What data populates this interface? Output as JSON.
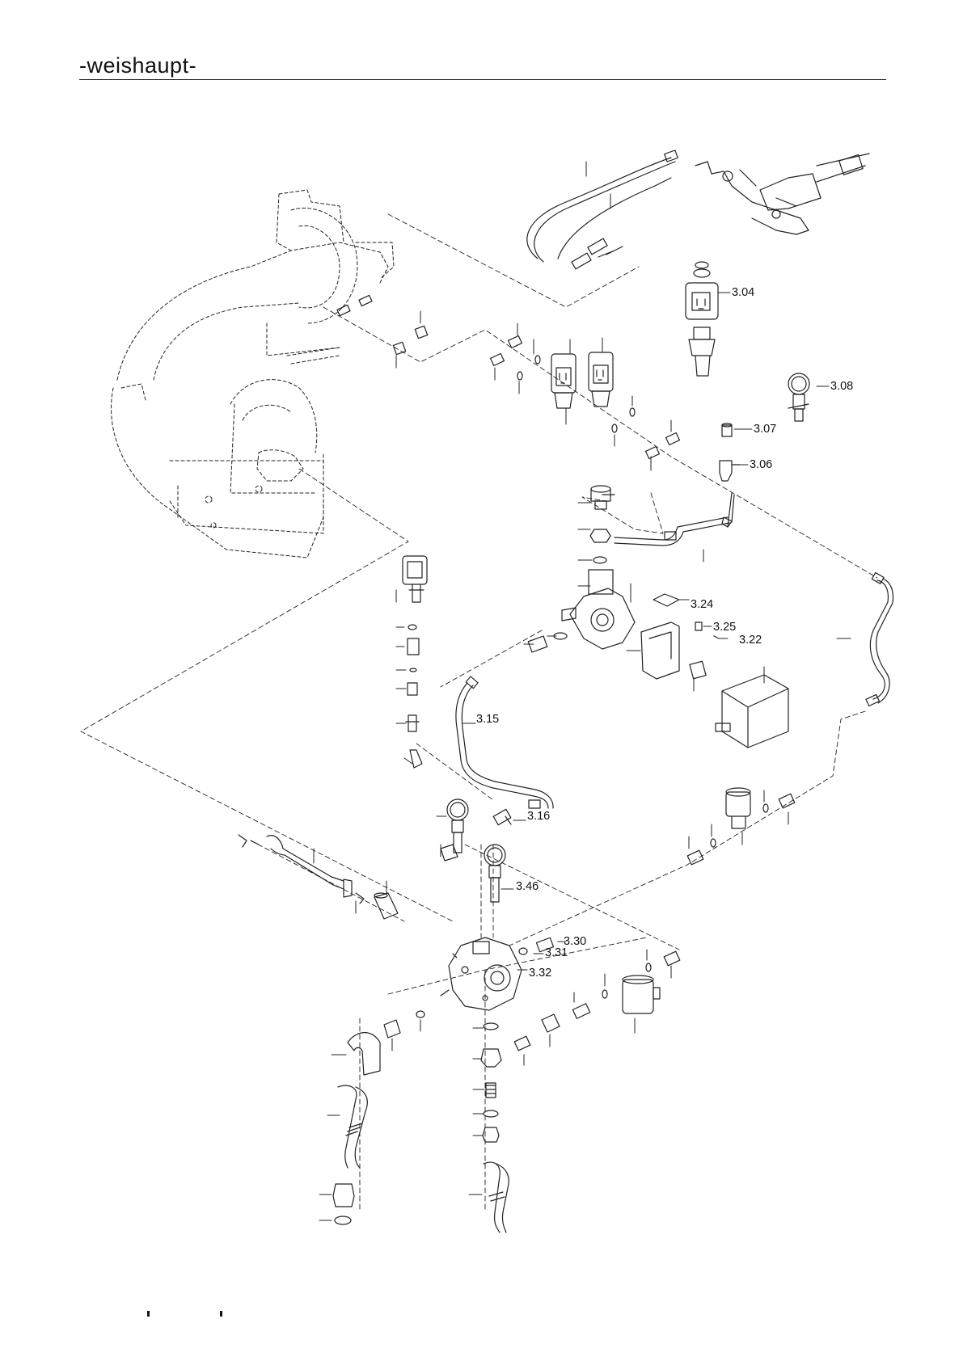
{
  "header": {
    "logo_text": "-weishaupt-"
  },
  "part_labels": [
    {
      "id": "3.04",
      "text": "3.04"
    },
    {
      "id": "3.08",
      "text": "3.08"
    },
    {
      "id": "3.07",
      "text": "3.07"
    },
    {
      "id": "3.06",
      "text": "3.06"
    },
    {
      "id": "3.24",
      "text": "3.24"
    },
    {
      "id": "3.25",
      "text": "3.25"
    },
    {
      "id": "3.22",
      "text": "3.22"
    },
    {
      "id": "3.15",
      "text": "3.15"
    },
    {
      "id": "3.16",
      "text": "3.16"
    },
    {
      "id": "3.46",
      "text": "3.46"
    },
    {
      "id": "3.30",
      "text": "3.30"
    },
    {
      "id": "3.31",
      "text": "3.31"
    },
    {
      "id": "3.32",
      "text": "3.32"
    }
  ],
  "colors": {
    "line": "#222222",
    "background": "#ffffff"
  }
}
